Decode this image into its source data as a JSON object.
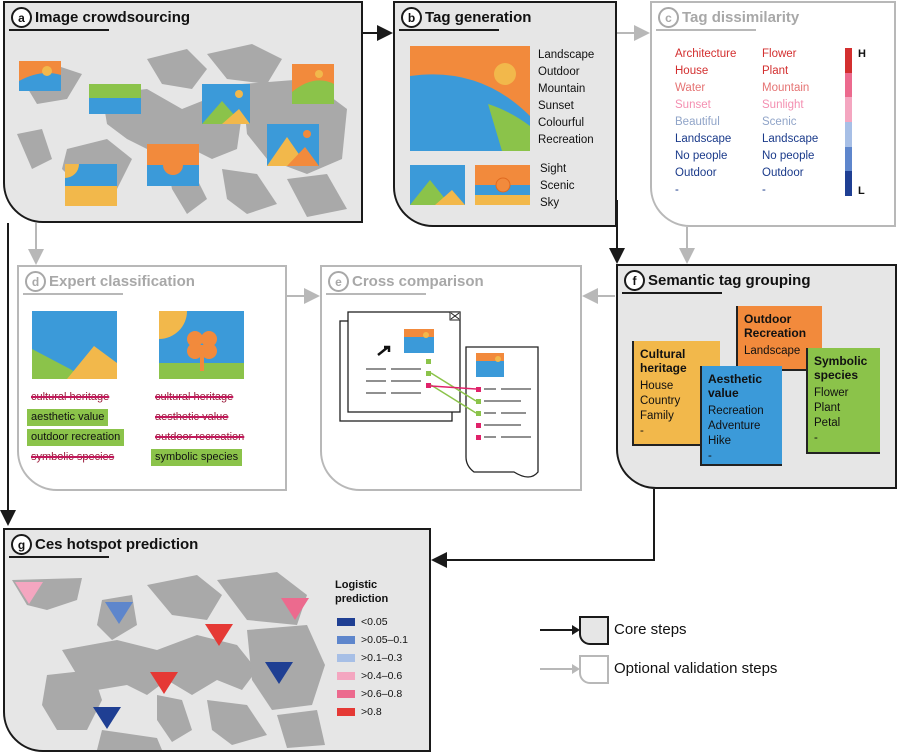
{
  "panels": {
    "a": {
      "letter": "a",
      "title": "Image crowdsourcing"
    },
    "b": {
      "letter": "b",
      "title": "Tag generation"
    },
    "c": {
      "letter": "c",
      "title": "Tag dissimilarity"
    },
    "d": {
      "letter": "d",
      "title": "Expert classification"
    },
    "e": {
      "letter": "e",
      "title": "Cross comparison"
    },
    "f": {
      "letter": "f",
      "title": "Semantic tag grouping"
    },
    "g": {
      "letter": "g",
      "title": "Ces hotspot prediction"
    }
  },
  "tag_generation": {
    "main_tags": [
      "Landscape",
      "Outdoor",
      "Mountain",
      "Sunset",
      "Colourful",
      "Recreation"
    ],
    "small_tags": [
      "Sight",
      "Scenic",
      "Sky"
    ]
  },
  "tag_dissimilarity": {
    "left": [
      "Architecture",
      "House",
      "Water",
      "Sunset",
      "Beautiful",
      "Landscape",
      "No people",
      "Outdoor",
      "-"
    ],
    "right": [
      "Flower",
      "Plant",
      "Mountain",
      "Sunlight",
      "Scenic",
      "Landscape",
      "No people",
      "Outdoor",
      "-"
    ],
    "row_colors": [
      "#d32f2f",
      "#d32f2f",
      "#e57373",
      "#f48fb1",
      "#90a4c8",
      "#1a3a8a",
      "#1a3a8a",
      "#1a3a8a",
      "#1a3a8a"
    ],
    "scale_high": "H",
    "scale_low": "L",
    "scale_colors": [
      "#d32f2f",
      "#ec6a8e",
      "#f4a6c0",
      "#a7bfe6",
      "#5e86cc",
      "#1f3f93"
    ]
  },
  "expert": {
    "left": [
      {
        "label": "cultural heritage",
        "kept": false
      },
      {
        "label": "aesthetic value",
        "kept": true
      },
      {
        "label": "outdoor recreation",
        "kept": true
      },
      {
        "label": "symbolic species",
        "kept": false
      }
    ],
    "right": [
      {
        "label": "cultural heritage",
        "kept": false
      },
      {
        "label": "aesthetic value",
        "kept": false
      },
      {
        "label": "outdoor recreation",
        "kept": false
      },
      {
        "label": "symbolic species",
        "kept": true
      }
    ]
  },
  "semantic_groups": {
    "cultural": {
      "title": "Cultural heritage",
      "tags": [
        "House",
        "Country",
        "Family",
        "-"
      ],
      "color": "#f2b84b"
    },
    "outdoor": {
      "title": "Outdoor Recreation",
      "tags": [
        "Landscape"
      ],
      "color": "#f28a3c"
    },
    "aesthetic": {
      "title": "Aesthetic value",
      "tags": [
        "Recreation",
        "Adventure",
        "Hike",
        "-"
      ],
      "color": "#3b9ad9"
    },
    "symbolic": {
      "title": "Symbolic species",
      "tags": [
        "Flower",
        "Plant",
        "Petal",
        "-"
      ],
      "color": "#8bc34a"
    }
  },
  "prediction_legend": {
    "title": "Logistic prediction",
    "items": [
      {
        "label": "<0.05",
        "color": "#1f3f93"
      },
      {
        "label": ">0.05–0.1",
        "color": "#5e86cc"
      },
      {
        "label": ">0.1–0.3",
        "color": "#a7bfe6"
      },
      {
        "label": ">0.4–0.6",
        "color": "#f4a6c0"
      },
      {
        "label": ">0.6–0.8",
        "color": "#ec6a8e"
      },
      {
        "label": ">0.8",
        "color": "#e53935"
      }
    ]
  },
  "key": {
    "core": "Core steps",
    "optional": "Optional validation steps"
  },
  "colors": {
    "core_border": "#1a1a1a",
    "optional_border": "#b8b8b8",
    "panel_fill": "#e6e6e6",
    "map_grey": "#a9a9a9",
    "image_orange": "#f28a3c",
    "image_blue": "#3b9ad9",
    "image_green": "#8bc34a",
    "image_yellow": "#f2b84b"
  }
}
